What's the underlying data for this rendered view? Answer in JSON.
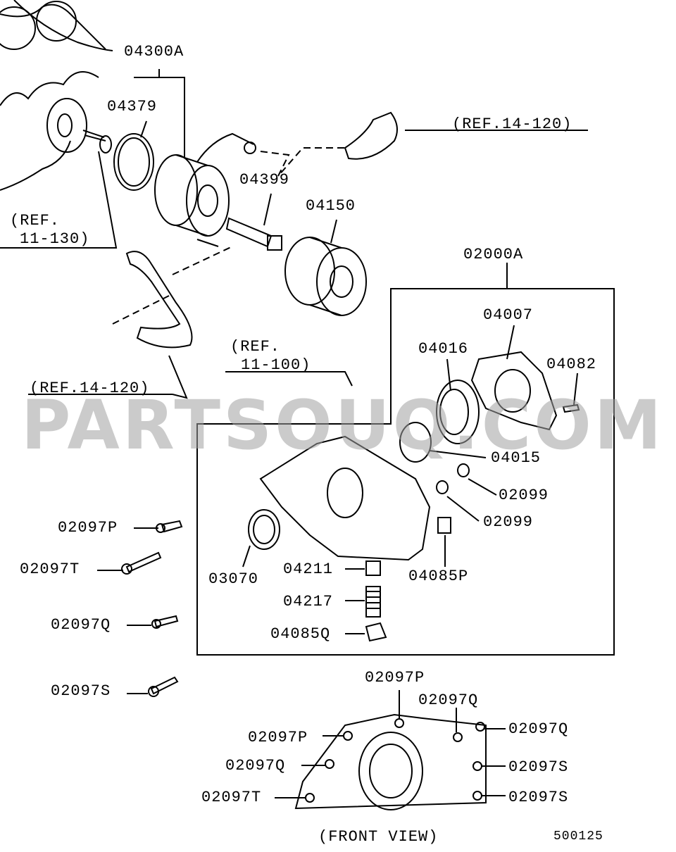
{
  "watermark": "PARTSOUQ.COM",
  "diagram_id": "500125",
  "view_caption": "(FRONT VIEW)",
  "labels": {
    "l04300A": "04300A",
    "l04379": "04379",
    "ref14120a": "(REF.14-120)",
    "l04399": "04399",
    "l04150": "04150",
    "ref11130a": "(REF.",
    "ref11130b": "11-130)",
    "l02000A": "02000A",
    "l04007": "04007",
    "l04016": "04016",
    "l04082": "04082",
    "ref11100a": "(REF.",
    "ref11100b": "11-100)",
    "ref14120b": "(REF.14-120)",
    "l04015": "04015",
    "l02099a": "02099",
    "l02099b": "02099",
    "l02097P_a": "02097P",
    "l02097T_a": "02097T",
    "l03070": "03070",
    "l04211": "04211",
    "l04085P": "04085P",
    "l04217": "04217",
    "l02097Q_a": "02097Q",
    "l04085Q": "04085Q",
    "l02097S_a": "02097S",
    "fv02097P_top": "02097P",
    "fv02097Q_top": "02097Q",
    "fv02097Q_r1": "02097Q",
    "fv02097P_l": "02097P",
    "fv02097Q_l": "02097Q",
    "fv02097S_r1": "02097S",
    "fv02097T_l": "02097T",
    "fv02097S_r2": "02097S"
  }
}
